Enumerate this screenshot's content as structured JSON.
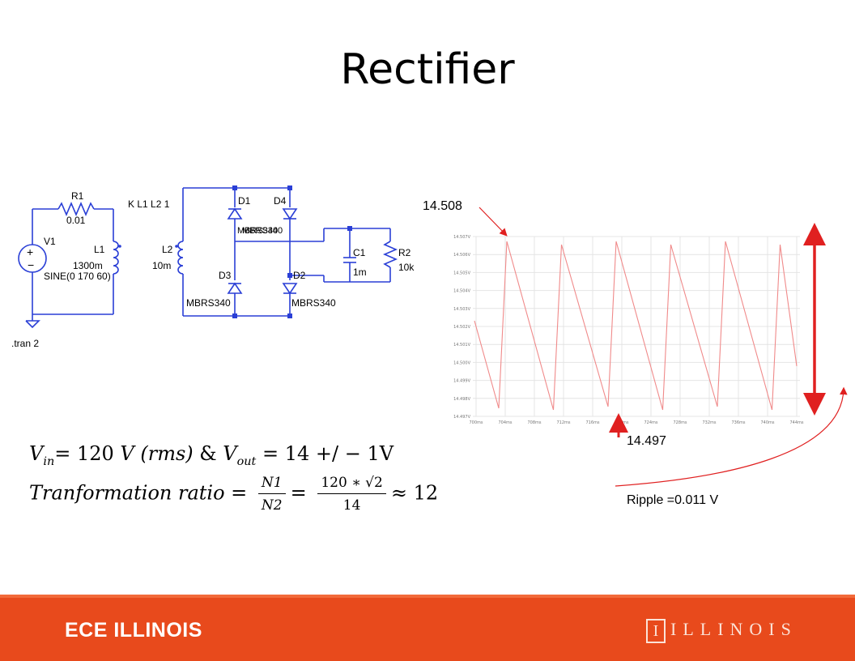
{
  "title": "Rectifier",
  "schematic": {
    "labels": {
      "R1": "R1",
      "R1_val": "0.01",
      "V1": "V1",
      "V1_val": "SINE(0 170 60)",
      "L1": "L1",
      "L1_val": "1300m",
      "coupling": "K L1 L2 1",
      "L2": "L2",
      "L2_val": "10m",
      "D1": "D1",
      "D4": "D4",
      "D3": "D3",
      "D2": "D2",
      "diode_model_overlap": "MBRS340",
      "D3_model": "MBRS340",
      "D2_model": "MBRS340",
      "C1": "C1",
      "C1_val": "1m",
      "R2": "R2",
      "R2_val": "10k",
      "plus": "+",
      "minus": "−",
      "tran": ".tran 2"
    },
    "wire_color": "#2a3fd6"
  },
  "waveform": {
    "ytick_labels": [
      "14.507V",
      "14.506V",
      "14.505V",
      "14.504V",
      "14.503V",
      "14.502V",
      "14.501V",
      "14.500V",
      "14.499V",
      "14.498V",
      "14.497V"
    ],
    "xtick_labels": [
      "700ms",
      "704ms",
      "708ms",
      "712ms",
      "716ms",
      "720ms",
      "724ms",
      "728ms",
      "732ms",
      "736ms",
      "740ms",
      "744ms"
    ],
    "trace_color": "#f08a8a"
  },
  "annotations": {
    "max_value": "14.508",
    "min_value": "14.497",
    "ripple": "Ripple =0.011 V",
    "arrow_color": "#e02020"
  },
  "equations": {
    "line1_vin": "V",
    "line1_vin_sub": "in",
    "line1_eq": "= 120 ",
    "line1_unit": "V",
    "line1_rms": " (rms)",
    "line1_and": "  &  ",
    "line1_vout": "V",
    "line1_vout_sub": "out",
    "line1_rest": " = 14 +/ − 1V",
    "line2_lhs": "Tranformation ratio =",
    "line2_frac1_num": "N1",
    "line2_frac1_den": "N2",
    "line2_eq": "=",
    "line2_frac2_num": "120 ∗ √2",
    "line2_frac2_den": "14",
    "line2_rhs": "≈ 12"
  },
  "footer": {
    "brand": "ECE ILLINOIS",
    "logo_mark": "I",
    "logo_text": "ILLINOIS",
    "bg_color": "#e84a1c"
  }
}
